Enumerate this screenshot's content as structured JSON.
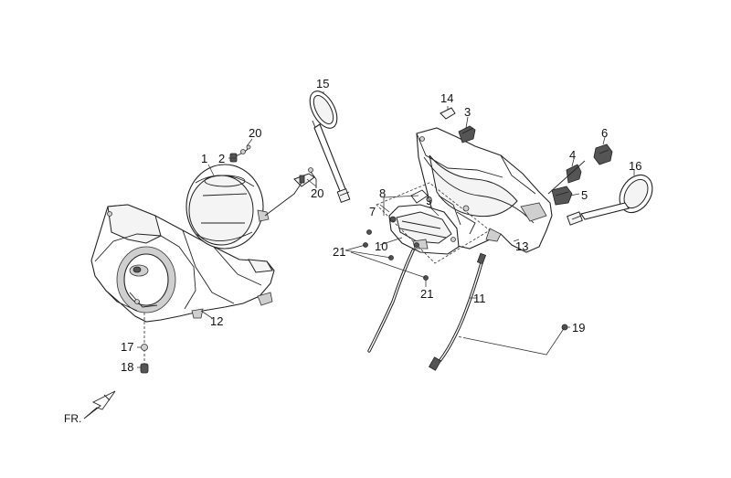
{
  "labels": {
    "p1": "1",
    "p2": "2",
    "p3": "3",
    "p4": "4",
    "p5": "5",
    "p6": "6",
    "p7": "7",
    "p8": "8",
    "p9": "9",
    "p10": "10",
    "p11": "11",
    "p12": "12",
    "p13": "13",
    "p14": "14",
    "p15": "15",
    "p16": "16",
    "p17": "17",
    "p18": "18",
    "p19": "19",
    "p20a": "20",
    "p20b": "20",
    "p21a": "21",
    "p21b": "21"
  },
  "direction_label": "FR.",
  "colors": {
    "line": "#222222",
    "background": "#ffffff",
    "shade": "#cfcfcf"
  }
}
